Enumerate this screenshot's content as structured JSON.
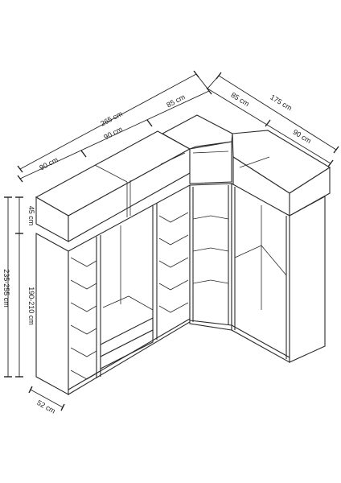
{
  "dimensions": {
    "left_total": "265 cm",
    "left_upper": "90 cm",
    "left_lower": "90 cm",
    "corner_left": "85 cm",
    "corner_right": "85 cm",
    "right_total": "175 cm",
    "right_unit": "90 cm",
    "top_box_height": "45 cm",
    "body_height": "190-210 cm",
    "total_height": "235-255 cm",
    "depth": "52 cm"
  }
}
